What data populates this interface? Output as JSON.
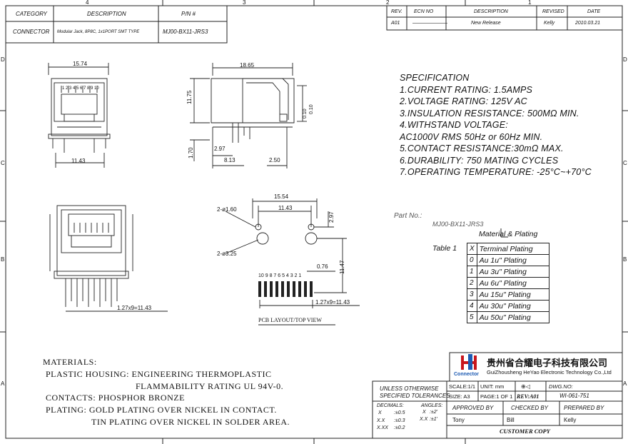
{
  "zones": {
    "top": [
      "4",
      "3",
      "2",
      "1"
    ],
    "left": [
      "D",
      "C",
      "B",
      "A"
    ],
    "right": [
      "D",
      "C",
      "B",
      "A"
    ]
  },
  "title_block": {
    "headers": [
      "CATEGORY",
      "DESCRIPTION",
      "P/N #"
    ],
    "values": [
      "CONNECTOR",
      "Modular Jack, 8P8C, 1x1PORT SMT TYPE",
      "MJ00-BX11-JRS3"
    ]
  },
  "revision_block": {
    "headers": [
      "REV.",
      "ECN NO",
      "DESCRIPTION",
      "REVISED",
      "DATE"
    ],
    "values": [
      "A01",
      "———————",
      "New Release",
      "Kelly",
      "2010.03.21"
    ]
  },
  "specification": {
    "title": "SPECIFICATION",
    "lines": [
      "1.CURRENT RATING: 1.5AMPS",
      "2.VOLTAGE RATING: 125V AC",
      "3.INSULATION RESISTANCE: 500MΩ MIN.",
      "4.WITHSTAND VOLTAGE:",
      "AC1000V RMS 50Hz or 60Hz MIN.",
      "5.CONTACT RESISTANCE:30mΩ MAX.",
      "6.DURABILITY: 750 MATING CYCLES",
      "7.OPERATING TEMPERATURE: -25°C~+70°C"
    ]
  },
  "part_no": {
    "label": "Part No.:",
    "value": "MJ00-BX11-JRS3",
    "callout": "Material & Plating",
    "table_label": "Table 1",
    "rows": [
      [
        "X",
        "Terminal Plating"
      ],
      [
        "0",
        "Au 1u\" Plating"
      ],
      [
        "1",
        "Au 3u\" Plating"
      ],
      [
        "2",
        "Au 6u\" Plating"
      ],
      [
        "3",
        "Au 15u\" Plating"
      ],
      [
        "4",
        "Au 30u\" Plating"
      ],
      [
        "5",
        "Au 50u\" Plating"
      ]
    ]
  },
  "dimensions": {
    "front_width": "15.74",
    "pin_numbers": "1 2 3 4 5 6 7 8 9 10",
    "front_base": "11.43",
    "side_length": "18.65",
    "side_height": "11.75",
    "side_tol_a": "0.10",
    "side_tol_b": "0.10",
    "side_pin_h": "1.70",
    "side_297": "2.97",
    "side_813": "8.13",
    "side_250": "2.50",
    "pcb_width": "15.54",
    "pcb_inner": "11.43",
    "pcb_hole_small": "2-ø1.60",
    "pcb_hole_large": "2-ø3.25",
    "pcb_297": "2.97",
    "pcb_1147": "11.47",
    "pcb_076": "0.76",
    "pcb_pitch": "1.27x9=11.43",
    "pcb_pins": "10 9 8 7 6 5 4 3 2 1",
    "pcb_caption": "PCB LAYOUT/TOP VIEW",
    "rear_pitch": "1.27x9=11.43"
  },
  "materials": {
    "lines": [
      "MATERIALS:",
      "PLASTIC HOUSING: ENGINEERING THERMOPLASTIC",
      "FLAMMABILITY RATING UL 94V-0.",
      "CONTACTS: PHOSPHOR BRONZE",
      "PLATING: GOLD PLATING OVER NICKEL IN CONTACT.",
      "TIN PLATING OVER NICKEL IN SOLDER AREA."
    ]
  },
  "company": {
    "name_cn": "贵州省合耀电子科技有限公司",
    "name_en": "GuiZhousheng HeYao Electronic Technology Co.,Ltd",
    "logo_text": "Connector",
    "brand_color": "#c8161d",
    "blue_color": "#1d5bb3"
  },
  "tolerances": {
    "title1": "UNLESS OTHERWISE",
    "title2": "SPECIFIED TOLERANCES",
    "decimals": "DECIMALS:",
    "angles": "ANGLES:",
    "x": "X",
    "x_val": ":±0.5",
    "xx": "X.X",
    "xx_val": ":±0.3",
    "xxx": "X.XX",
    "xxx_val": ":±0.2",
    "ax": "X",
    "ax_val": ":±2'",
    "axx": "X.X",
    "axx_val": ":±1'"
  },
  "info": {
    "scale": "SCALE:1/1",
    "unit": "UNIT: mm",
    "dwg_no_label": "DWG.NO:",
    "size": "SIZE: A3",
    "page": "PAGE:1 OF 1",
    "rev": "REV:A01",
    "dwg_no": "WI-061-751",
    "approved_by": "APPROVED BY",
    "checked_by": "CHECKED BY",
    "prepared_by": "PREPARED BY",
    "approver": "Tony",
    "checker": "Bill",
    "preparer": "Kelly",
    "customer_copy": "CUSTOMER COPY"
  }
}
